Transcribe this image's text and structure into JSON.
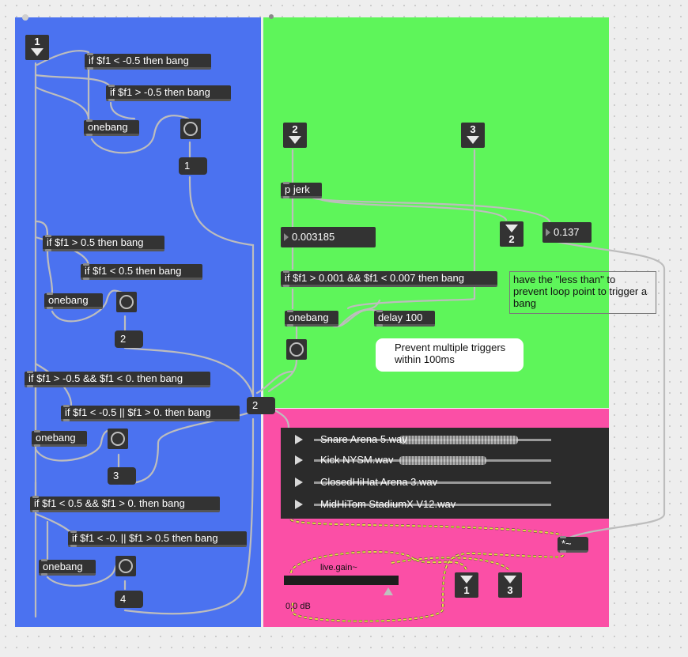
{
  "colors": {
    "blue_panel": "#4b72f0",
    "green_panel": "#5ef55a",
    "pink_panel": "#fb4fa6",
    "object_bg": "#333333",
    "cable": "#bdbdbd",
    "signal_cable": "#e8e043"
  },
  "blue": {
    "inlet1_num": "1",
    "obj_if1": "if $f1 < -0.5 then bang",
    "obj_if2": "if $f1 > -0.5 then bang",
    "onebang1": "onebang",
    "msg1": "1",
    "obj_if3": "if $f1 > 0.5 then bang",
    "obj_if4": "if $f1 < 0.5 then bang",
    "onebang2": "onebang",
    "msg2": "2",
    "obj_if5": "if $f1 > -0.5 && $f1 < 0. then bang",
    "obj_if6": "if $f1 < -0.5 || $f1 > 0. then bang",
    "onebang3": "onebang",
    "msg3": "3",
    "obj_if7": "if $f1 < 0.5 && $f1 > 0. then bang",
    "obj_if8": "if $f1 < -0. || $f1 > 0.5 then bang",
    "onebang4": "onebang",
    "msg4": "4",
    "msg_mid": "2"
  },
  "green": {
    "inlet2_num": "2",
    "inlet3_num": "3",
    "pjerk": "p jerk",
    "num_value": "0.003185",
    "outlet2_num": "2",
    "num_value2": "0.137",
    "obj_if_jerk": "if $f1 > 0.001 && $f1 < 0.007 then bang",
    "onebang": "onebang",
    "delay": "delay 100",
    "comment_less": "have the \"less than\" to prevent loop point to trigger a bang",
    "bubble": "Prevent multiple triggers within 100ms"
  },
  "pink": {
    "tracks": [
      "Snare Arena 5.wav",
      "Kick NYSM.wav",
      "ClosedHiHat Arena 3.wav",
      "MidHiTom StadiumX V12.wav"
    ],
    "mult": "*~",
    "gain_label": "live.gain~",
    "gain_value": "0.0 dB",
    "outlet1_num": "1",
    "outlet3_num": "3"
  }
}
